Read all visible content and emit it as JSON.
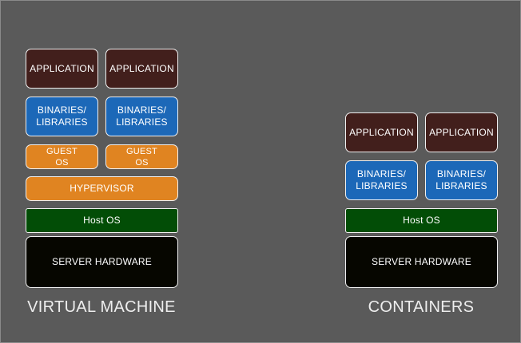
{
  "virtual_machine": {
    "caption": "VIRTUAL MACHINE",
    "app_left": "APPLICATION",
    "app_right": "APPLICATION",
    "bin_left": "BINARIES/\nLIBRARIES",
    "bin_right": "BINARIES/\nLIBRARIES",
    "guest_left": "GUEST\nOS",
    "guest_right": "GUEST\nOS",
    "hypervisor": "HYPERVISOR",
    "host_os": "Host OS",
    "hardware": "SERVER HARDWARE"
  },
  "containers": {
    "caption": "CONTAINERS",
    "app_left": "APPLICATION",
    "app_right": "APPLICATION",
    "bin_left": "BINARIES/\nLIBRARIES",
    "bin_right": "BINARIES/\nLIBRARIES",
    "host_os": "Host OS",
    "hardware": "SERVER HARDWARE"
  },
  "colors": {
    "background": "#5a5a5a",
    "application": "#421f1c",
    "binaries": "#1c68b8",
    "guest_os": "#e08421",
    "hypervisor": "#e08421",
    "host_os": "#024d06",
    "hardware": "#060600"
  }
}
